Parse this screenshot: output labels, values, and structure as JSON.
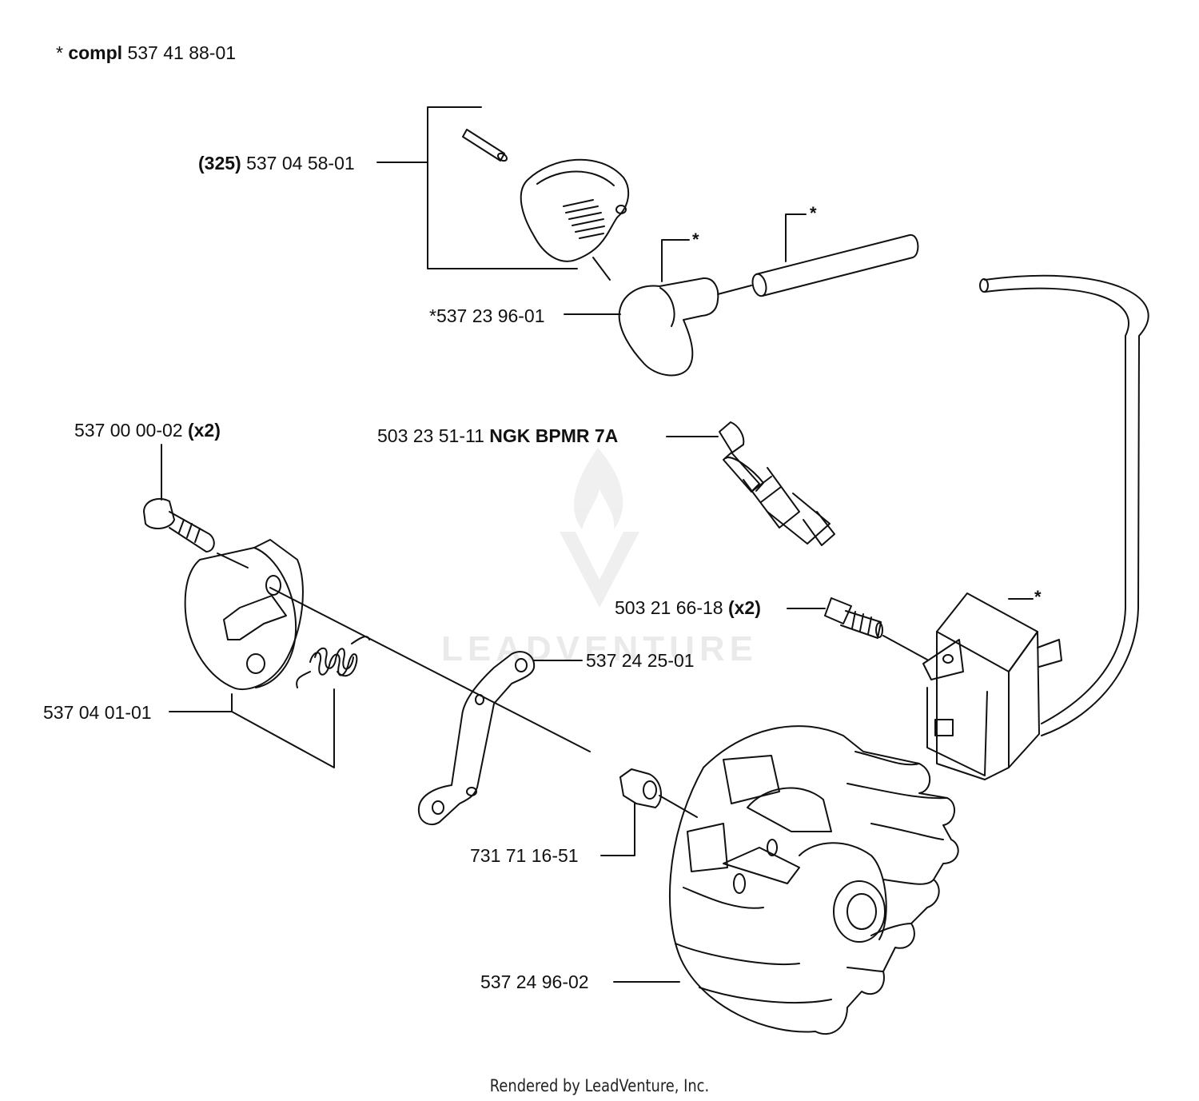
{
  "header": {
    "prefix": "* ",
    "bold": "compl",
    "number": " 537 41 88-01"
  },
  "labels": {
    "cap_assembly": {
      "bold": "(325)",
      "number": " 537 04 58-01"
    },
    "boot": {
      "number": "*537 23 96-01"
    },
    "spark_plug": {
      "number": "503 23 51-11 ",
      "bold": "NGK BPMR 7A"
    },
    "clutch_screw": {
      "number": "537 00 00-02 ",
      "bold": "(x2)"
    },
    "coil_screw": {
      "number": "503 21 66-18 ",
      "bold": "(x2)"
    },
    "lever": {
      "number": "537 24 25-01"
    },
    "clutch": {
      "number": "537 04 01-01"
    },
    "nut": {
      "number": "731 71 16-51"
    },
    "flywheel": {
      "number": "537 24 96-02"
    }
  },
  "stars": {
    "boot_star": "*",
    "cable_star": "*",
    "coil_star": "*"
  },
  "watermark": {
    "text": "LEADVENTURE"
  },
  "footer": {
    "text": "Rendered by LeadVenture, Inc."
  }
}
